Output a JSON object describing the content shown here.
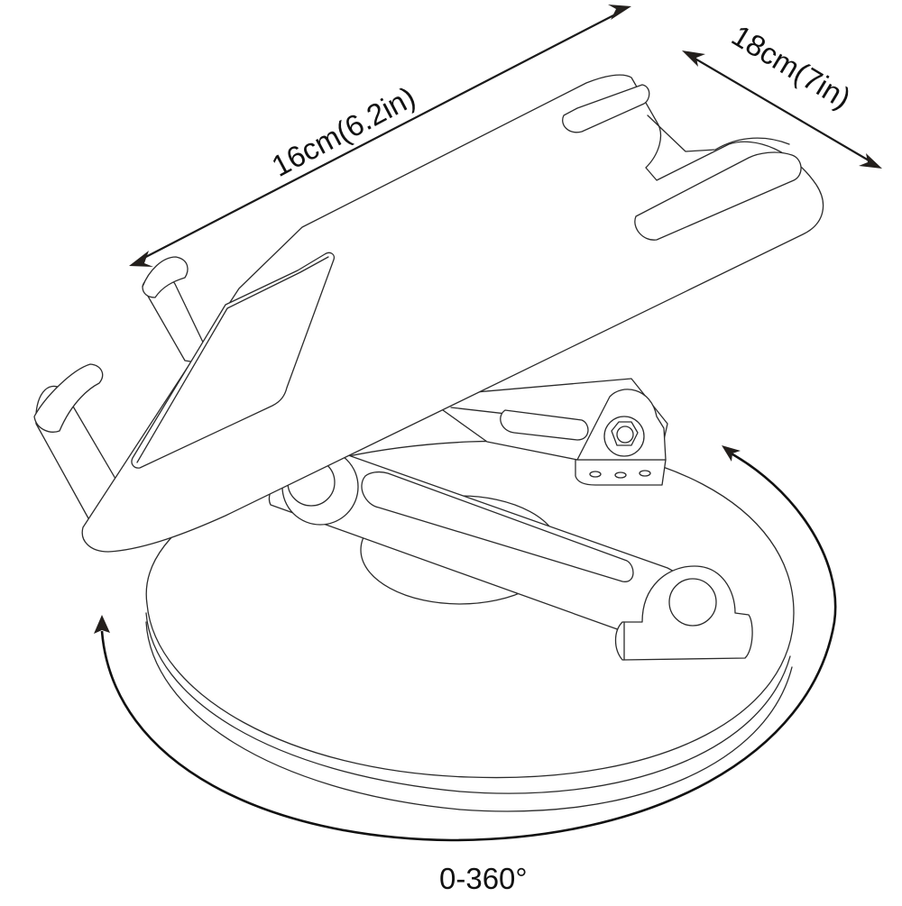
{
  "figure": {
    "subject": "rotating tablet / phone stand",
    "dimensions": {
      "length_label": "16cm(6.2in)",
      "width_label": "18cm(7in)",
      "rotation_label": "0-360°"
    }
  },
  "colors": {
    "background": "#ffffff",
    "line": "#2a2a2a",
    "arrow": "#231f1c"
  }
}
